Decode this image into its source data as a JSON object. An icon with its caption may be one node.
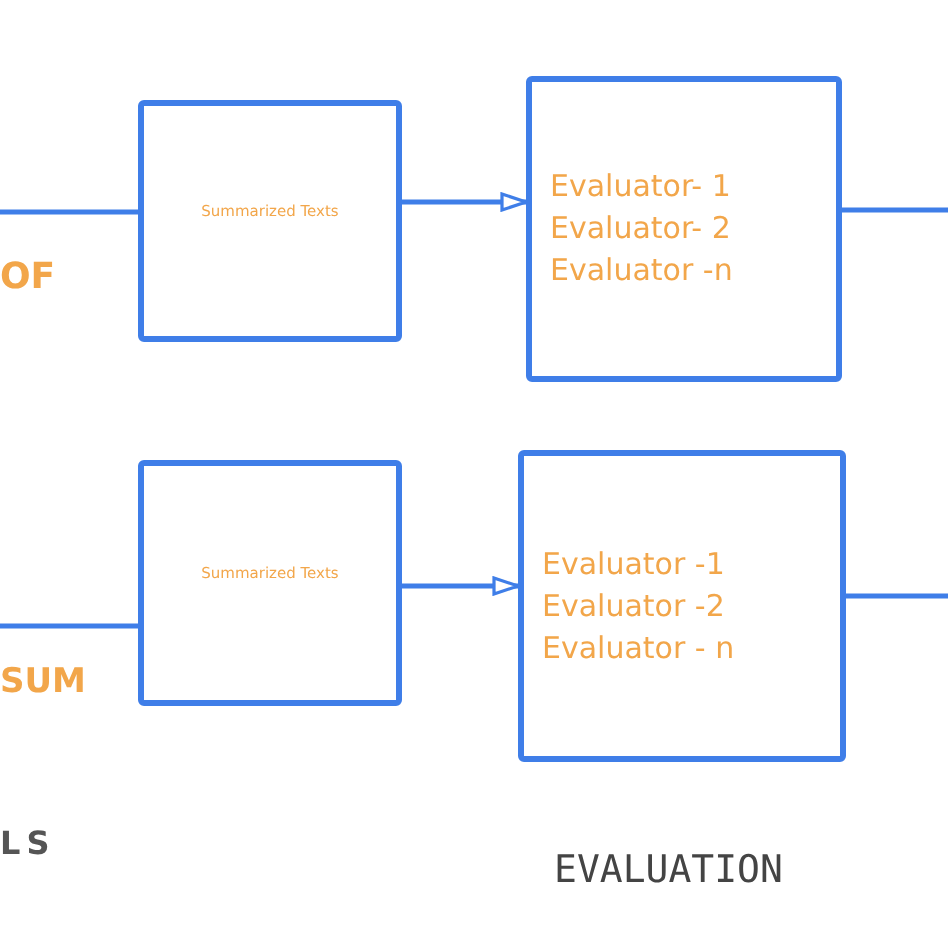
{
  "diagram": {
    "nodes": [
      {
        "text": [
          "Summarized Texts"
        ]
      },
      {
        "text": [
          "Evaluator- 1",
          "Evaluator- 2",
          "Evaluator -n"
        ]
      },
      {
        "text": [
          "Summarized Texts"
        ]
      },
      {
        "text": [
          "Evaluator -1",
          "Evaluator -2",
          "Evaluator - n"
        ]
      }
    ],
    "edges": [
      {
        "from": null,
        "to": 0,
        "arrow": "none"
      },
      {
        "from": 0,
        "to": 1,
        "arrow": "to"
      },
      {
        "from": 1,
        "to": null,
        "arrow": "none"
      },
      {
        "from": null,
        "to": 2,
        "arrow": "none"
      },
      {
        "from": 2,
        "to": 3,
        "arrow": "to"
      },
      {
        "from": 3,
        "to": null,
        "arrow": "none"
      }
    ],
    "labels": [
      "OF",
      "SUM",
      "LS",
      "EVALUATION"
    ]
  }
}
